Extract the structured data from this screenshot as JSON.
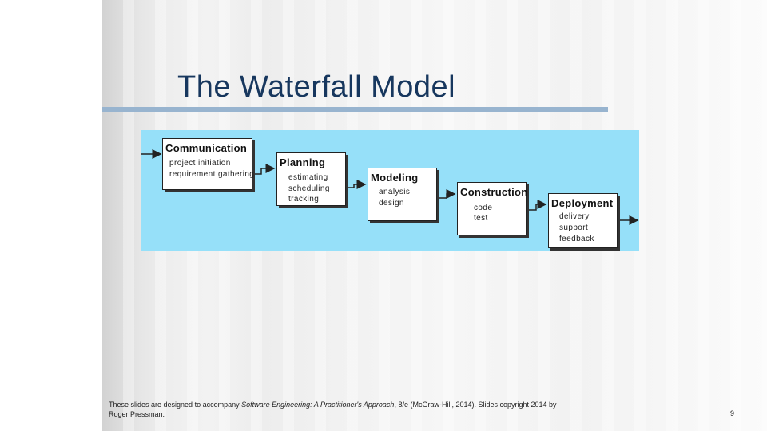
{
  "slide": {
    "title": "The Waterfall Model",
    "page_number": "9",
    "footer": {
      "prefix": "These slides are designed to accompany ",
      "book_title": "Software Engineering: A Practitioner's Approach",
      "suffix": ", 8/e (McGraw-Hill, 2014). Slides copyright 2014 by Roger Pressman."
    }
  },
  "diagram": {
    "background_color": "#96e0f9",
    "phases": [
      {
        "title": "Communication",
        "items": [
          "project initiation",
          "requirement gathering"
        ]
      },
      {
        "title": "Planning",
        "items": [
          "estimating",
          "scheduling",
          "tracking"
        ]
      },
      {
        "title": "Modeling",
        "items": [
          "analysis",
          "design"
        ]
      },
      {
        "title": "Construction",
        "items": [
          "code",
          "test"
        ]
      },
      {
        "title": "Deployment",
        "items": [
          "delivery",
          "support",
          "feedback"
        ]
      }
    ]
  }
}
